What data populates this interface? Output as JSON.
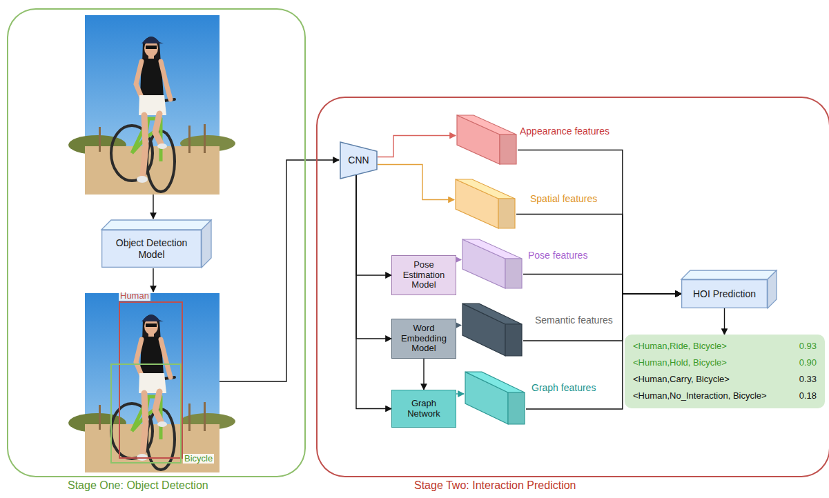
{
  "diagram": {
    "nodes": [
      {
        "text": [
          "Stage One: Object Detection"
        ]
      },
      {
        "text": [
          "Object Detection Model"
        ],
        "in": 0
      },
      {
        "text": [
          "Human"
        ],
        "in": 0
      },
      {
        "text": [
          "Bicycle"
        ],
        "in": 0
      },
      {
        "text": [
          "Stage Two: Interaction Prediction"
        ]
      },
      {
        "text": [
          "CNN"
        ],
        "in": 4
      },
      {
        "text": [
          "Appearance features"
        ],
        "in": 4
      },
      {
        "text": [
          "Spatial features"
        ],
        "in": 4
      },
      {
        "text": [
          "Pose Estimation Model"
        ],
        "in": 4
      },
      {
        "text": [
          "Pose features"
        ],
        "in": 4
      },
      {
        "text": [
          "Word Embedding Model"
        ],
        "in": 4
      },
      {
        "text": [
          "Semantic features"
        ],
        "in": 4
      },
      {
        "text": [
          "Graph Network"
        ],
        "in": 4
      },
      {
        "text": [
          "Graph features"
        ],
        "in": 4
      },
      {
        "text": [
          "HOI Prediction"
        ],
        "in": 4
      },
      {
        "text": [
          "<Human,Ride, Bicycle>",
          "0.93",
          "<Human,Hold, Bicycle>",
          "0.90",
          "<Human,Carry, Bicycle>",
          "0.33",
          "<Human,No_Interaction, Bicycle>",
          "0.18"
        ],
        "in": 4
      }
    ],
    "edges": [
      {
        "from": 5,
        "to": 6,
        "arrow": "to"
      },
      {
        "from": 5,
        "to": 7,
        "arrow": "to"
      },
      {
        "from": 5,
        "to": 8,
        "arrow": "to"
      },
      {
        "from": 8,
        "to": 9,
        "arrow": "to"
      },
      {
        "from": 5,
        "to": 10,
        "arrow": "to"
      },
      {
        "from": 10,
        "to": 11,
        "arrow": "to"
      },
      {
        "from": 10,
        "to": 12,
        "arrow": "to"
      },
      {
        "from": 5,
        "to": 12,
        "arrow": "to"
      },
      {
        "from": 12,
        "to": 13,
        "arrow": "to"
      },
      {
        "from": 6,
        "to": 14,
        "arrow": "to"
      },
      {
        "from": 7,
        "to": 14,
        "arrow": "to"
      },
      {
        "from": 9,
        "to": 14,
        "arrow": "to"
      },
      {
        "from": 11,
        "to": 14,
        "arrow": "to"
      },
      {
        "from": 13,
        "to": 14,
        "arrow": "to"
      },
      {
        "from": 14,
        "to": 15,
        "arrow": "to"
      }
    ]
  }
}
